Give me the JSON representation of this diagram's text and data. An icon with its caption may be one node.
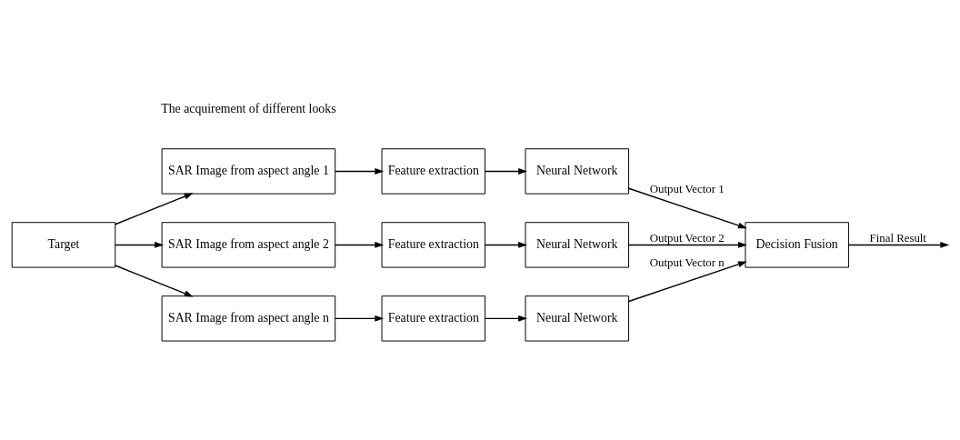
{
  "diagram": {
    "nodes": [
      {
        "text": [
          "Target"
        ]
      },
      {
        "text": [
          "SAR Image from aspect angle 1"
        ]
      },
      {
        "text": [
          "Feature extraction"
        ]
      },
      {
        "text": [
          "Neural Network"
        ]
      },
      {
        "text": [
          "SAR Image from aspect angle 2"
        ]
      },
      {
        "text": [
          "Feature extraction"
        ]
      },
      {
        "text": [
          "Neural Network"
        ]
      },
      {
        "text": [
          "SAR Image from aspect angle n"
        ]
      },
      {
        "text": [
          "Feature extraction"
        ]
      },
      {
        "text": [
          "Neural Network"
        ]
      },
      {
        "text": [
          "Decision Fusion"
        ]
      }
    ],
    "edges": [
      {
        "from": 0,
        "to": 1,
        "arrow": "to"
      },
      {
        "from": 0,
        "to": 4,
        "arrow": "to"
      },
      {
        "from": 0,
        "to": 7,
        "arrow": "to"
      },
      {
        "from": 1,
        "to": 2,
        "arrow": "to"
      },
      {
        "from": 2,
        "to": 3,
        "arrow": "to"
      },
      {
        "from": 4,
        "to": 5,
        "arrow": "to"
      },
      {
        "from": 5,
        "to": 6,
        "arrow": "to"
      },
      {
        "from": 7,
        "to": 8,
        "arrow": "to"
      },
      {
        "from": 8,
        "to": 9,
        "arrow": "to"
      },
      {
        "from": 3,
        "to": 10,
        "arrow": "to",
        "label": "Output Vector 1"
      },
      {
        "from": 6,
        "to": 10,
        "arrow": "to",
        "label": "Output Vector 2"
      },
      {
        "from": 9,
        "to": 10,
        "arrow": "to",
        "label": "Output Vector n"
      },
      {
        "from": 10,
        "to": null,
        "arrow": "to",
        "label": "Final Result"
      }
    ],
    "labels": [
      "The acquirement of different looks"
    ]
  }
}
